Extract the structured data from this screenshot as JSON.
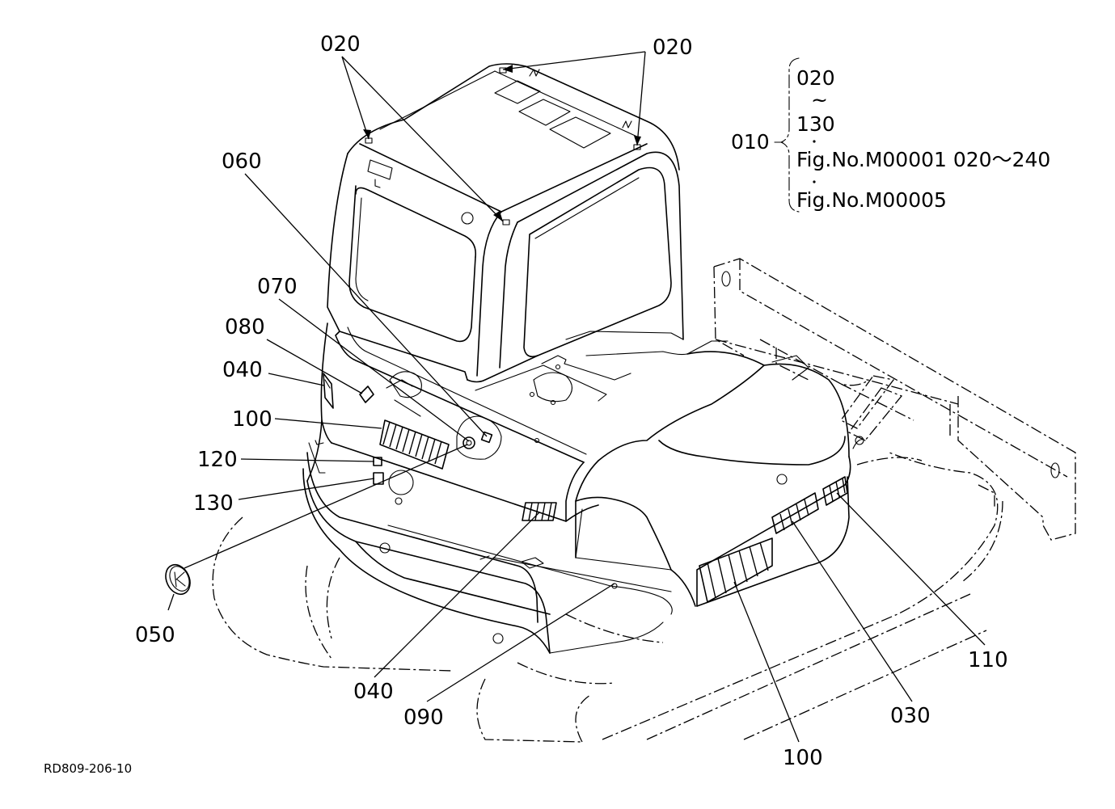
{
  "figure_ref": "RD809-206-10",
  "note": {
    "group_label": "010",
    "line1": "020",
    "tilde": "~",
    "line2": "130",
    "line3": "Fig.No.M00001  020〜240",
    "line4": "Fig.No.M00005"
  },
  "callouts": {
    "c020_left": "020",
    "c020_right": "020",
    "c060": "060",
    "c070": "070",
    "c080": "080",
    "c040_left": "040",
    "c100_left": "100",
    "c120": "120",
    "c130": "130",
    "c050": "050",
    "c040_bottom": "040",
    "c090": "090",
    "c100_bottom": "100",
    "c030": "030",
    "c110": "110"
  }
}
